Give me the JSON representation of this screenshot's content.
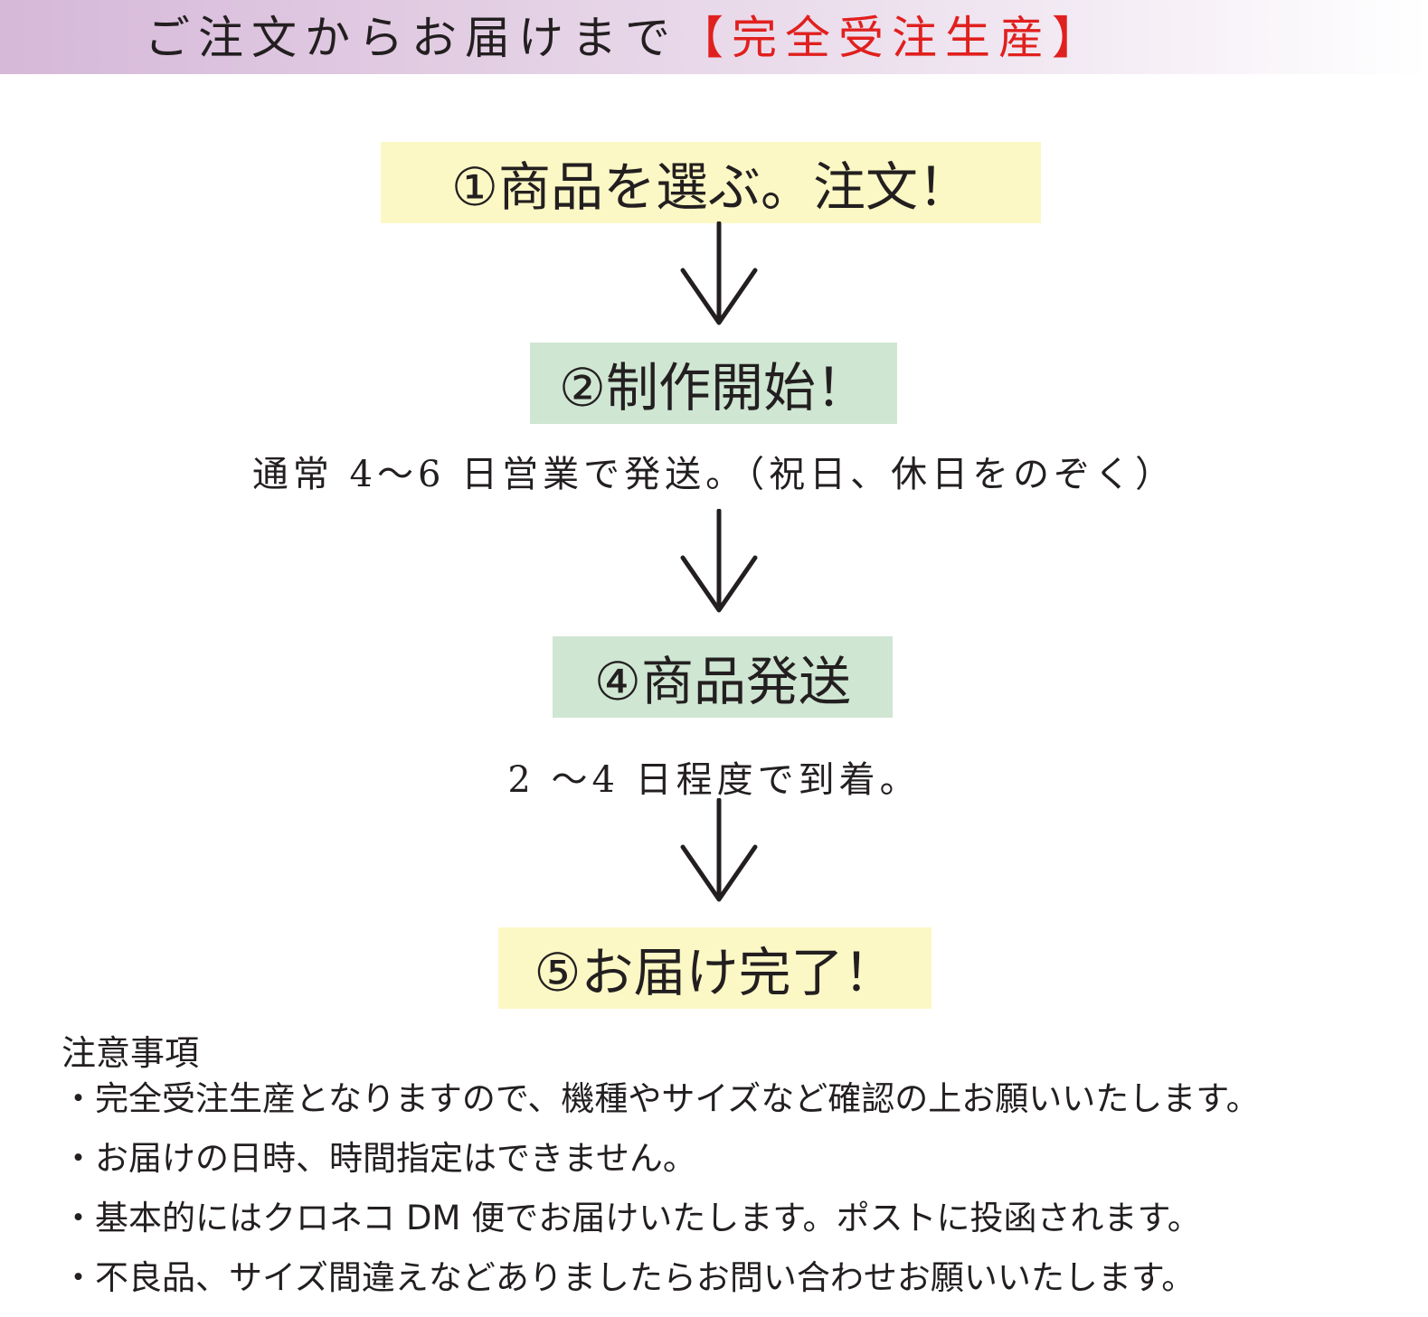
{
  "header": {
    "title": "ご注文からお届けまで",
    "highlight": "【完全受注生産】",
    "band_color": "#d6b8d9",
    "highlight_color": "#e0201e"
  },
  "steps": [
    {
      "label": "①商品を選ぶ。注文！",
      "color": "#fbf8c5"
    },
    {
      "label": "②制作開始！",
      "color": "#cfe6d2",
      "note": "通常 4〜6 日営業で発送。（祝日、休日をのぞく）"
    },
    {
      "label": "④商品発送",
      "color": "#cfe6d2",
      "note": "2 〜4 日程度で到着。"
    },
    {
      "label": "⑤お届け完了！",
      "color": "#fbf8c5"
    }
  ],
  "notes": {
    "heading": "注意事項",
    "items": [
      "・完全受注生産となりますので、機種やサイズなど確認の上お願いいたします。",
      "・お届けの日時、時間指定はできません。",
      "・基本的にはクロネコ DM 便でお届けいたします。ポストに投函されます。",
      "・不良品、サイズ間違えなどありましたらお問い合わせお願いいたします。"
    ]
  }
}
